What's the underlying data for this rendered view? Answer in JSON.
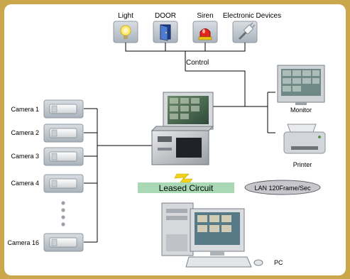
{
  "devices": {
    "light": "Light",
    "door": "DOOR",
    "siren": "Siren",
    "electronic": "Electronic Devices"
  },
  "control_label": "Control",
  "cameras": [
    "Camera 1",
    "Camera 2",
    "Camera 3",
    "Camera 4",
    "Camera 16"
  ],
  "monitor_label": "Monitor",
  "printer_label": "Printer",
  "leased_circuit_label": "Leased Circuit",
  "lan_label": "LAN 120Frame/Sec",
  "pc_label": "PC",
  "colors": {
    "frame": "#c9a74a",
    "leased_bar": "#a8d8b4",
    "device_box": "#b9c3cc",
    "lan_oval": "#c6c6cc"
  }
}
